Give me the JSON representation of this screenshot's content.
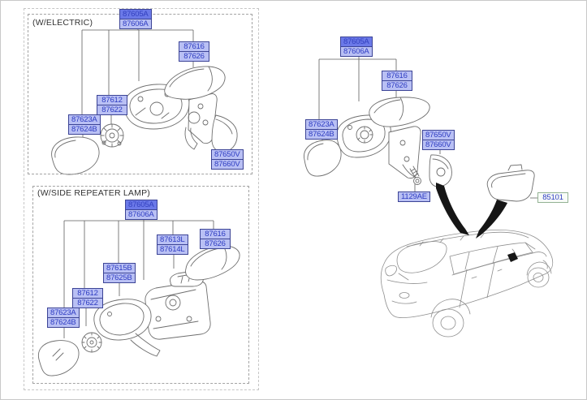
{
  "diagram": {
    "colors": {
      "label_bg": "#b9c0f4",
      "label_border": "#3c4496",
      "label_text": "#2e3cc2",
      "label_hl_bg": "#6b79e8",
      "label_hl_text": "#3240bf",
      "ref_label_bg": "#f8fcf8",
      "ref_label_border": "#94b394",
      "line_color": "#5f5f5f",
      "art_color": "#6e6e6e"
    },
    "section_electric": {
      "title": "(W/ELECTRIC)",
      "labels": {
        "mirror_assembly": {
          "line1": "87605A",
          "line2": "87606A"
        },
        "cover_cap": {
          "line1": "87616",
          "line2": "87626"
        },
        "actuator": {
          "line1": "87612",
          "line2": "87622"
        },
        "glass": {
          "line1": "87623A",
          "line2": "87624B"
        },
        "corner_cover": {
          "line1": "87650V",
          "line2": "87660V"
        }
      }
    },
    "section_repeater": {
      "title": "(W/SIDE REPEATER LAMP)",
      "labels": {
        "mirror_assembly": {
          "line1": "87605A",
          "line2": "87606A"
        },
        "repeater_lamp": {
          "line1": "87613L",
          "line2": "87614L"
        },
        "cover_cap": {
          "line1": "87616",
          "line2": "87626"
        },
        "housing": {
          "line1": "87615B",
          "line2": "87625B"
        },
        "actuator": {
          "line1": "87612",
          "line2": "87622"
        },
        "glass": {
          "line1": "87623A",
          "line2": "87624B"
        }
      }
    },
    "section_main": {
      "labels": {
        "mirror_assembly": {
          "line1": "87605A",
          "line2": "87606A"
        },
        "cover_cap": {
          "line1": "87616",
          "line2": "87626"
        },
        "glass": {
          "line1": "87623A",
          "line2": "87624B"
        },
        "corner_cover": {
          "line1": "87650V",
          "line2": "87660V"
        },
        "bolt": {
          "line1": "1129AE"
        },
        "inside_mirror": {
          "line1": "85101"
        }
      }
    }
  }
}
